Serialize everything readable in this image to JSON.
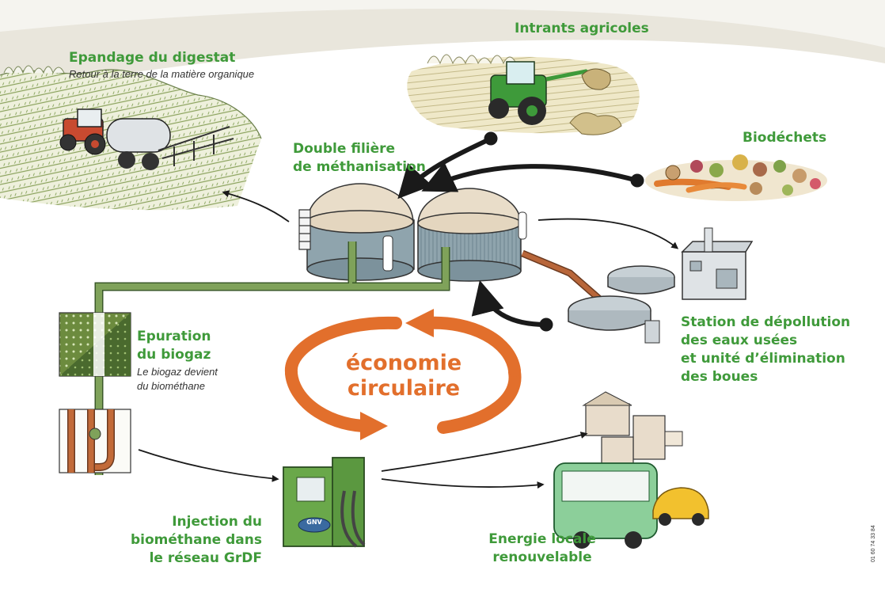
{
  "title": "économie circulaire",
  "labels": {
    "epandage": {
      "title": "Epandage du digestat",
      "subtitle": "Retour à la terre de la matière organique"
    },
    "intrants": {
      "title": "Intrants agricoles"
    },
    "biodechets": {
      "title": "Biodéchets"
    },
    "double_filiere": {
      "title_lines": [
        "Double filière",
        "de méthanisation"
      ]
    },
    "epuration": {
      "title_lines": [
        "Epuration",
        "du biogaz"
      ],
      "subtitle_lines": [
        "Le biogaz devient",
        "du biométhane"
      ]
    },
    "station": {
      "title_lines": [
        "Station de dépollution",
        "des eaux usées",
        "et unité d’élimination",
        "des boues"
      ]
    },
    "injection": {
      "title_lines": [
        "Injection du",
        "biométhane dans",
        "le réseau GrDF"
      ]
    },
    "energie": {
      "title_lines": [
        "Energie locale",
        "renouvelable"
      ]
    }
  },
  "economie": {
    "lines": [
      "économie",
      "circulaire"
    ]
  },
  "gnv_badge": "GNV",
  "credit": "01 60 74 33 84",
  "colors": {
    "label_green": "#3f9a3a",
    "accent_orange": "#e26f2c",
    "background": "#e9e6dc"
  }
}
